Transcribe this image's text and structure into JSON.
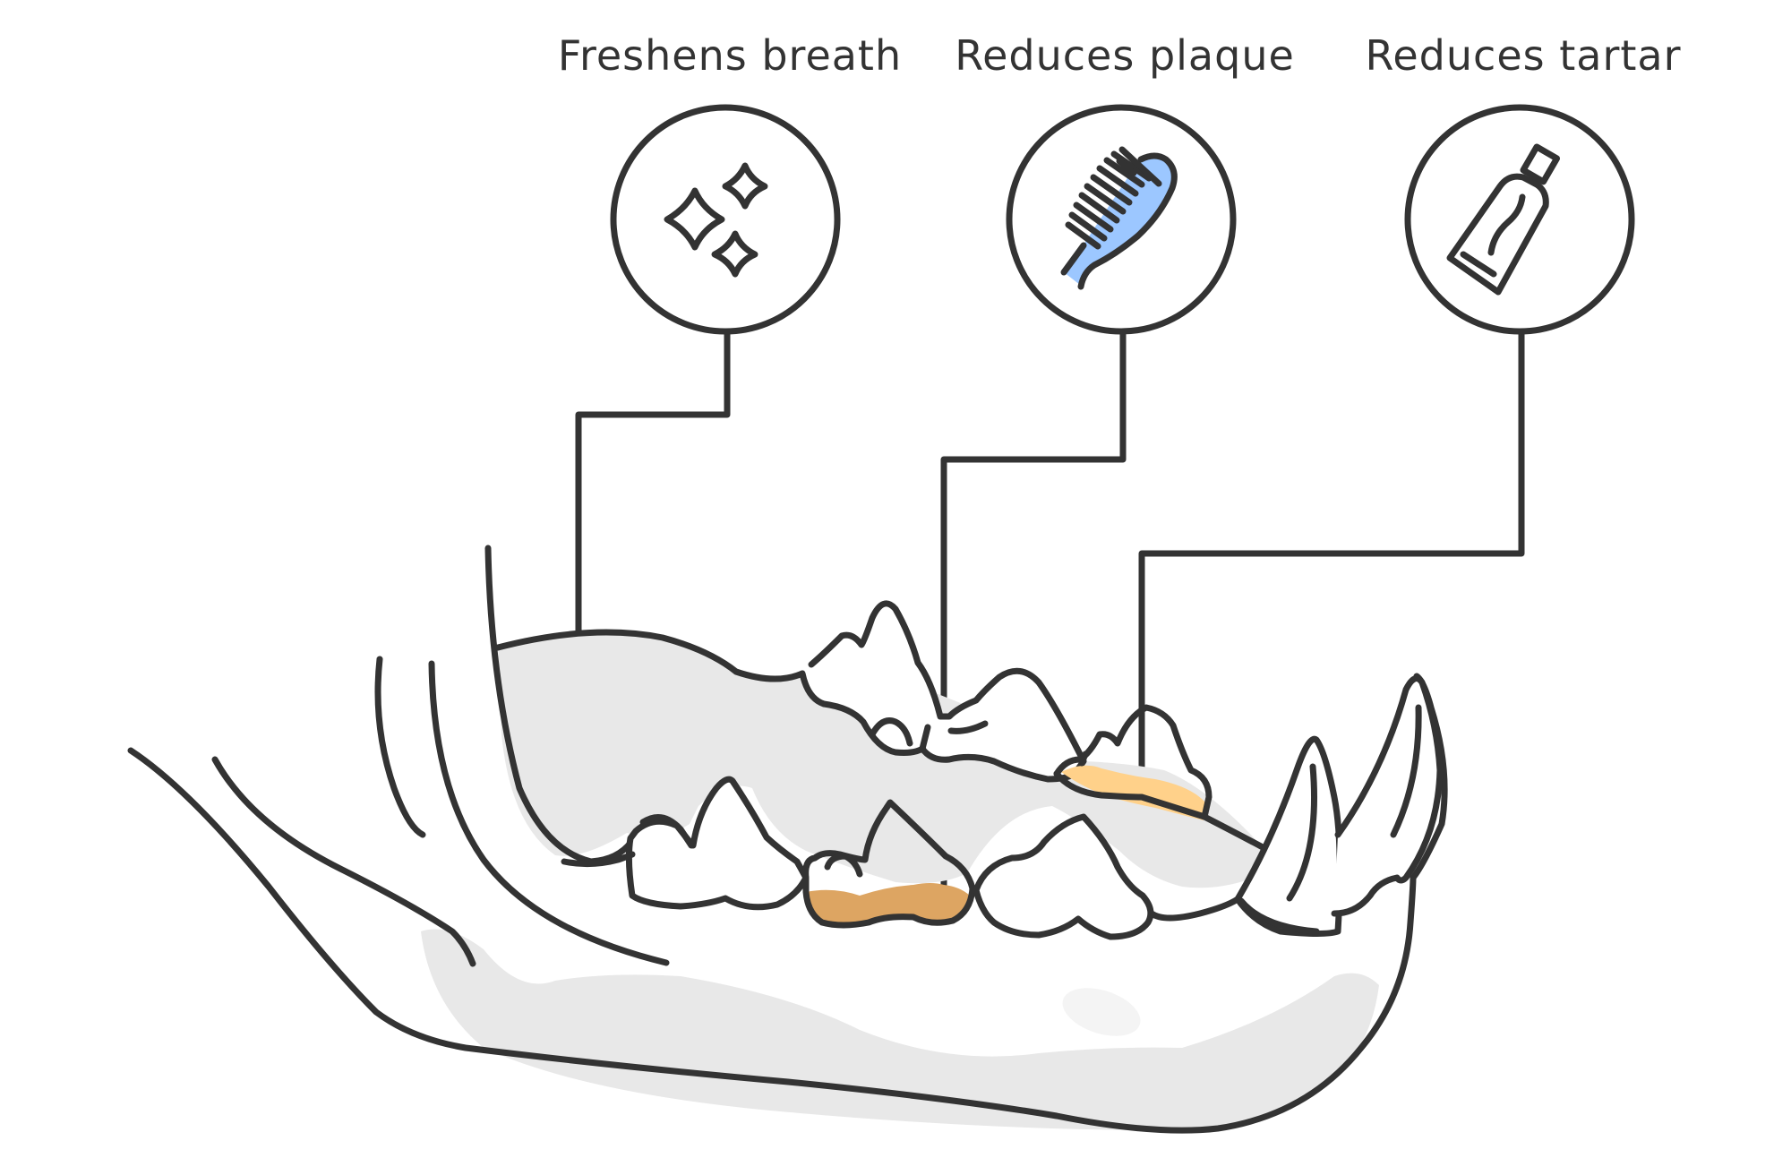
{
  "benefits": [
    {
      "label": "Freshens breath",
      "icon": "sparkles-icon",
      "icon_color": "#FDBF2D"
    },
    {
      "label": "Reduces plaque",
      "icon": "toothbrush-icon",
      "icon_color": "#9CC7FF"
    },
    {
      "label": "Reduces tartar",
      "icon": "toothpaste-tube-icon",
      "icon_color": "#A6F2C6"
    }
  ],
  "colors": {
    "ink": "#333333",
    "gum": "#E8E8E8",
    "plaque": "#FFD18A",
    "tartar": "#DDA562",
    "background": "#FFFFFF"
  },
  "illustration": {
    "subject": "dog-jaw-with-teeth",
    "highlighted_areas": [
      "plaque-deposit",
      "tartar-deposit",
      "gum-line"
    ]
  }
}
